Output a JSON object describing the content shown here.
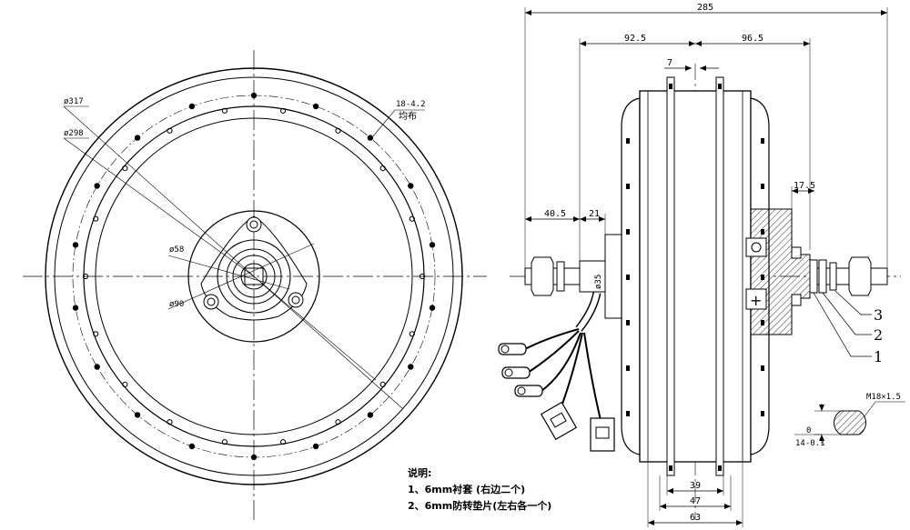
{
  "front_view": {
    "dia_outer": "ø317",
    "dia_bolt": "ø298",
    "holes": "18-4.2",
    "holes_note": "均布",
    "dia_58": "ø58",
    "dia_90": "ø90"
  },
  "side_view": {
    "overall": "285",
    "left_half": "92.5",
    "right_half": "96.5",
    "center_gap": "7",
    "left_axle": "40.5",
    "left_shoulder": "21",
    "right_shoulder": "17.5",
    "shaft_dia": "ø35",
    "width_39": "39",
    "width_47": "47",
    "width_63": "63",
    "callout_1": "1",
    "callout_2": "2",
    "callout_3": "3"
  },
  "axle_section": {
    "thread": "M18×1.5",
    "flat_top": "0",
    "flat_size": "14-0.1"
  },
  "notes": {
    "title": "说明:",
    "item1": "1、6mm衬套 (右边二个)",
    "item2": "2、6mm防转垫片(左右各一个)"
  }
}
